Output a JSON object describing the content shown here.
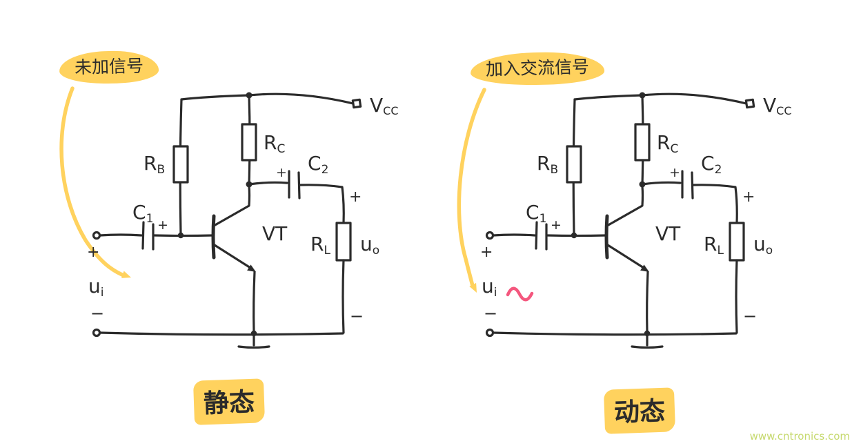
{
  "page": {
    "watermark": "www.cntronics.com"
  },
  "colors": {
    "ink": "#2b2b2b",
    "highlight": "#ffd25e",
    "sine": "#f4577e",
    "watermark": "#c6d96e"
  },
  "panels": [
    {
      "bubble": "未加信号",
      "caption": "静态"
    },
    {
      "bubble": "加入交流信号",
      "caption": "动态"
    }
  ],
  "circuit_labels": {
    "vcc": {
      "main": "V",
      "sub": "CC"
    },
    "rb": {
      "main": "R",
      "sub": "B"
    },
    "rc": {
      "main": "R",
      "sub": "C"
    },
    "c1": {
      "main": "C",
      "sub": "1"
    },
    "c2": {
      "main": "C",
      "sub": "2"
    },
    "vt": "VT",
    "rl": {
      "main": "R",
      "sub": "L"
    },
    "ui": {
      "main": "u",
      "sub": "i"
    },
    "uo": {
      "main": "u",
      "sub": "o"
    },
    "plus": "+",
    "minus": "−"
  }
}
